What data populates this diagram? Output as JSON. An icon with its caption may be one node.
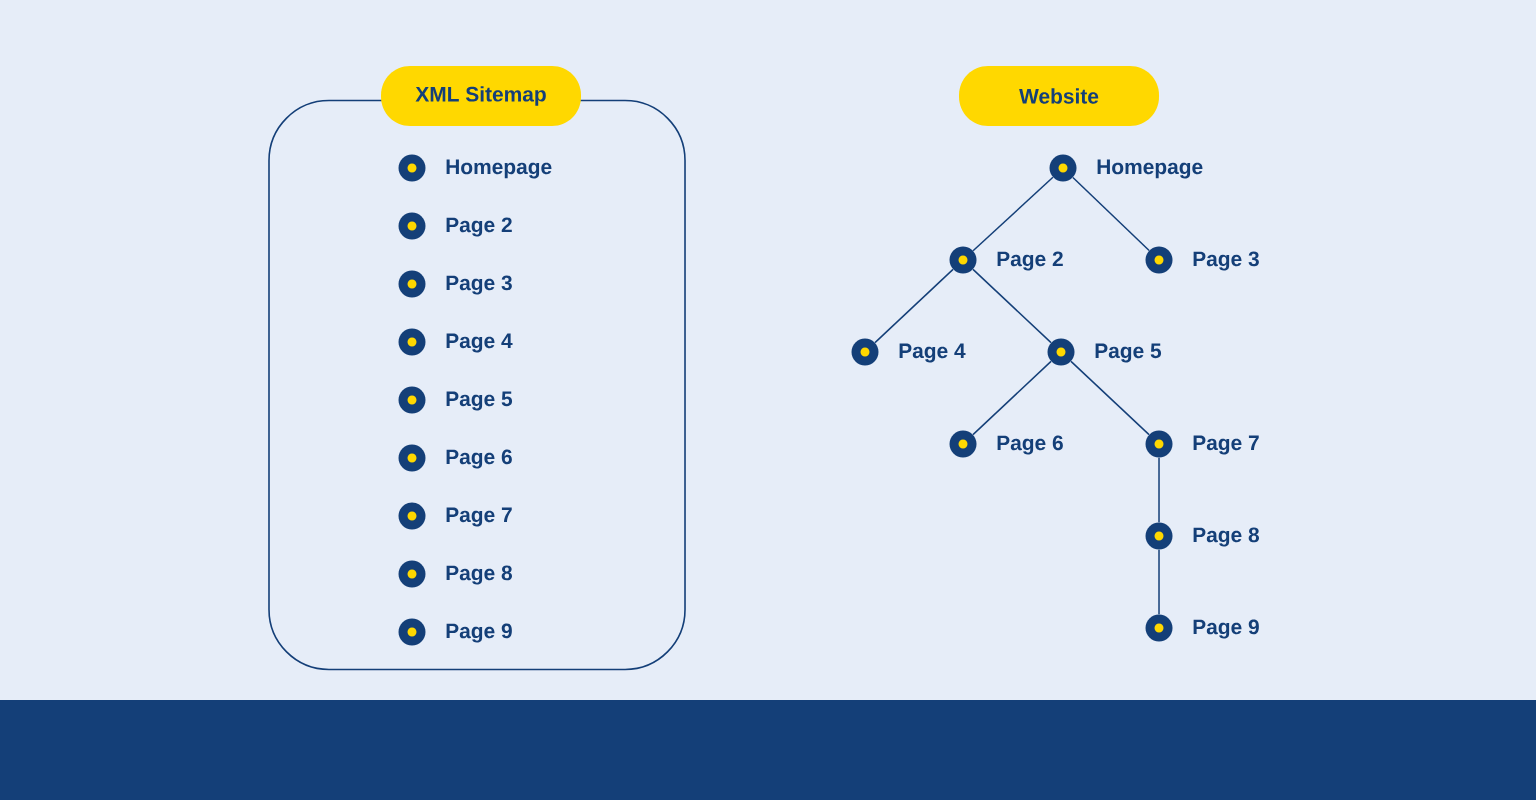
{
  "diagram": {
    "nodes": [
      {
        "text": [],
        "shape": "box"
      },
      {
        "text": [
          "XML Sitemap"
        ]
      },
      {
        "text": [],
        "shape": "circle",
        "beside": [
          "Homepage"
        ],
        "in": 0
      },
      {
        "text": [],
        "shape": "circle",
        "beside": [
          "Page 2"
        ],
        "in": 0
      },
      {
        "text": [],
        "shape": "circle",
        "beside": [
          "Page 3"
        ],
        "in": 0
      },
      {
        "text": [],
        "shape": "circle",
        "beside": [
          "Page 4"
        ],
        "in": 0
      },
      {
        "text": [],
        "shape": "circle",
        "beside": [
          "Page 5"
        ],
        "in": 0
      },
      {
        "text": [],
        "shape": "circle",
        "beside": [
          "Page 6"
        ],
        "in": 0
      },
      {
        "text": [],
        "shape": "circle",
        "beside": [
          "Page 7"
        ],
        "in": 0
      },
      {
        "text": [],
        "shape": "circle",
        "beside": [
          "Page 8"
        ],
        "in": 0
      },
      {
        "text": [],
        "shape": "circle",
        "beside": [
          "Page 9"
        ],
        "in": 0
      },
      {
        "text": [
          "Website"
        ]
      },
      {
        "text": [],
        "shape": "circle",
        "beside": [
          "Homepage"
        ]
      },
      {
        "text": [],
        "shape": "circle",
        "beside": [
          "Page 2"
        ]
      },
      {
        "text": [],
        "shape": "circle",
        "beside": [
          "Page 3"
        ]
      },
      {
        "text": [],
        "shape": "circle",
        "beside": [
          "Page 4"
        ]
      },
      {
        "text": [],
        "shape": "circle",
        "beside": [
          "Page 5"
        ]
      },
      {
        "text": [],
        "shape": "circle",
        "beside": [
          "Page 6"
        ]
      },
      {
        "text": [],
        "shape": "circle",
        "beside": [
          "Page 7"
        ]
      },
      {
        "text": [],
        "shape": "circle",
        "beside": [
          "Page 8"
        ]
      },
      {
        "text": [],
        "shape": "circle",
        "beside": [
          "Page 9"
        ]
      }
    ],
    "edges": [
      {
        "from": 12,
        "to": 13,
        "arrow": "none"
      },
      {
        "from": 12,
        "to": 14,
        "arrow": "none"
      },
      {
        "from": 13,
        "to": 15,
        "arrow": "none"
      },
      {
        "from": 13,
        "to": 16,
        "arrow": "none"
      },
      {
        "from": 16,
        "to": 17,
        "arrow": "none"
      },
      {
        "from": 16,
        "to": 18,
        "arrow": "none"
      },
      {
        "from": 18,
        "to": 19,
        "arrow": "none"
      },
      {
        "from": 19,
        "to": 20,
        "arrow": "none"
      }
    ]
  }
}
